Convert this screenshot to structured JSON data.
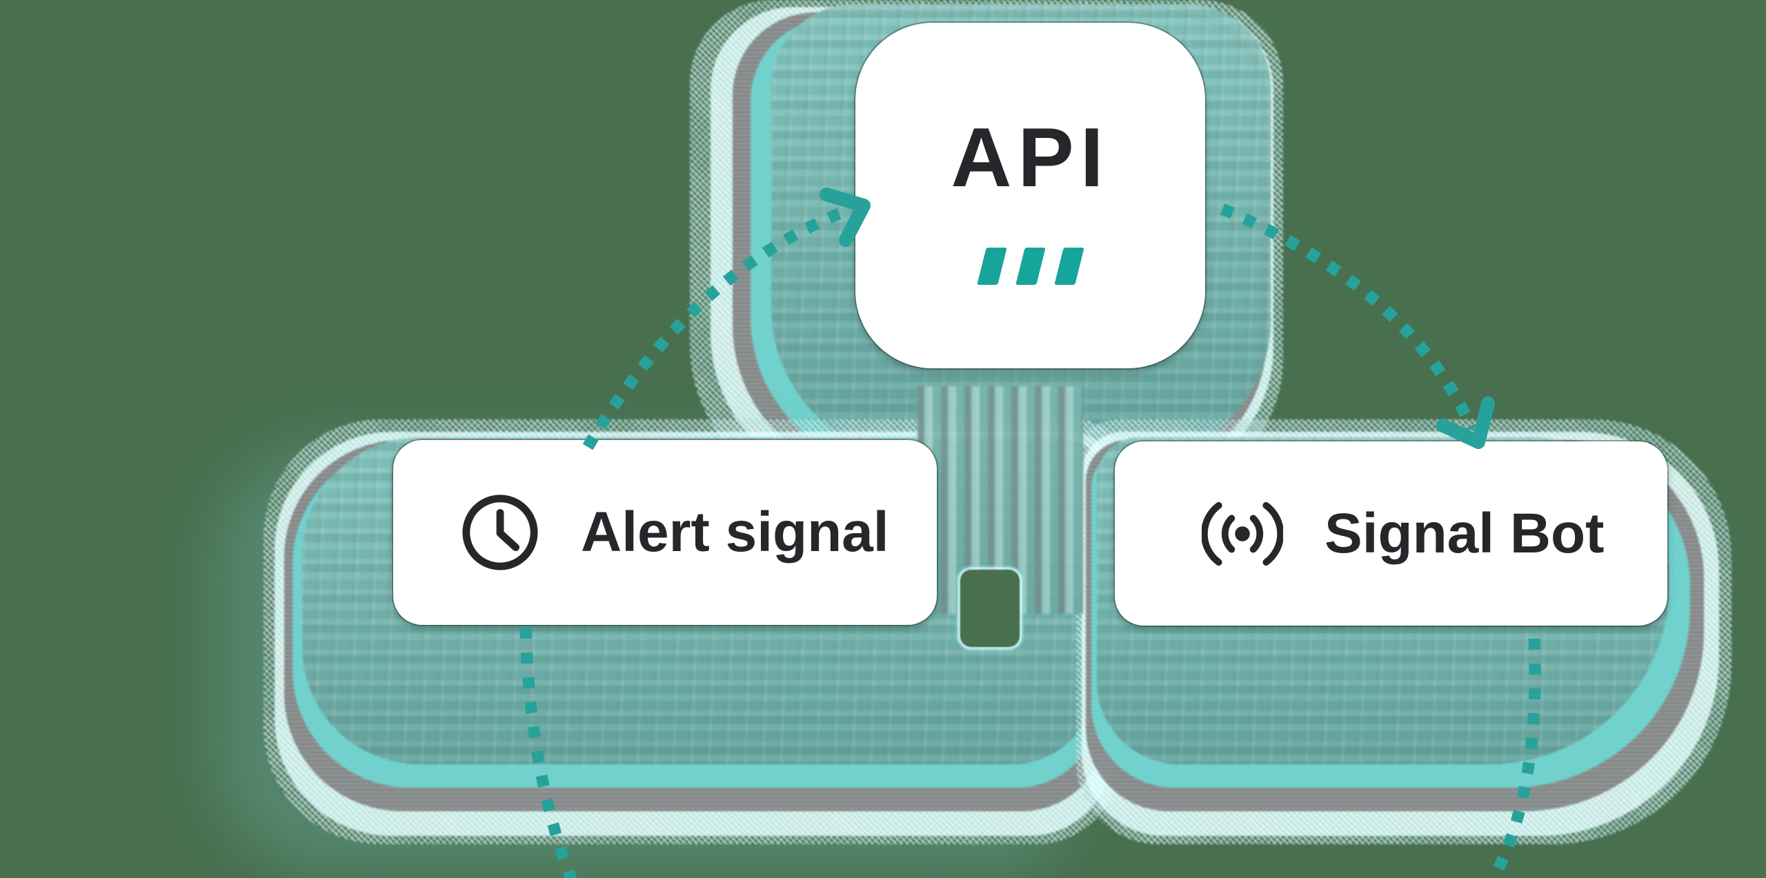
{
  "diagram": {
    "background_color": "#48704F",
    "accent_teal": "#17A49B",
    "arrow_color": "#27A29B",
    "text_color": "#26262B",
    "card_color": "#FFFFFF",
    "ghost_colors": {
      "teal": "#76B3AD",
      "cyan": "#6CE2DC",
      "gray": "#868686",
      "white": "#FFFFFF"
    },
    "nodes": {
      "api": {
        "label": "API",
        "icon": "triple-dash-icon"
      },
      "alert_signal": {
        "label": "Alert signal",
        "icon": "clock-icon"
      },
      "signal_bot": {
        "label": "Signal Bot",
        "icon": "broadcast-icon"
      }
    },
    "connections": [
      {
        "id": "alert-to-api",
        "from": "alert_signal",
        "to": "api",
        "style": "dotted-arc",
        "arrowhead": true
      },
      {
        "id": "api-to-signal-bot",
        "from": "api",
        "to": "signal_bot",
        "style": "dotted-arc",
        "arrowhead": true
      },
      {
        "id": "alert-down-offscreen",
        "from": "alert_signal",
        "to": "offscreen-bottom",
        "style": "dotted-line",
        "arrowhead": false
      },
      {
        "id": "signal-bot-down-offscreen",
        "from": "signal_bot",
        "to": "offscreen-bottom",
        "style": "dotted-line",
        "arrowhead": false
      }
    ]
  }
}
